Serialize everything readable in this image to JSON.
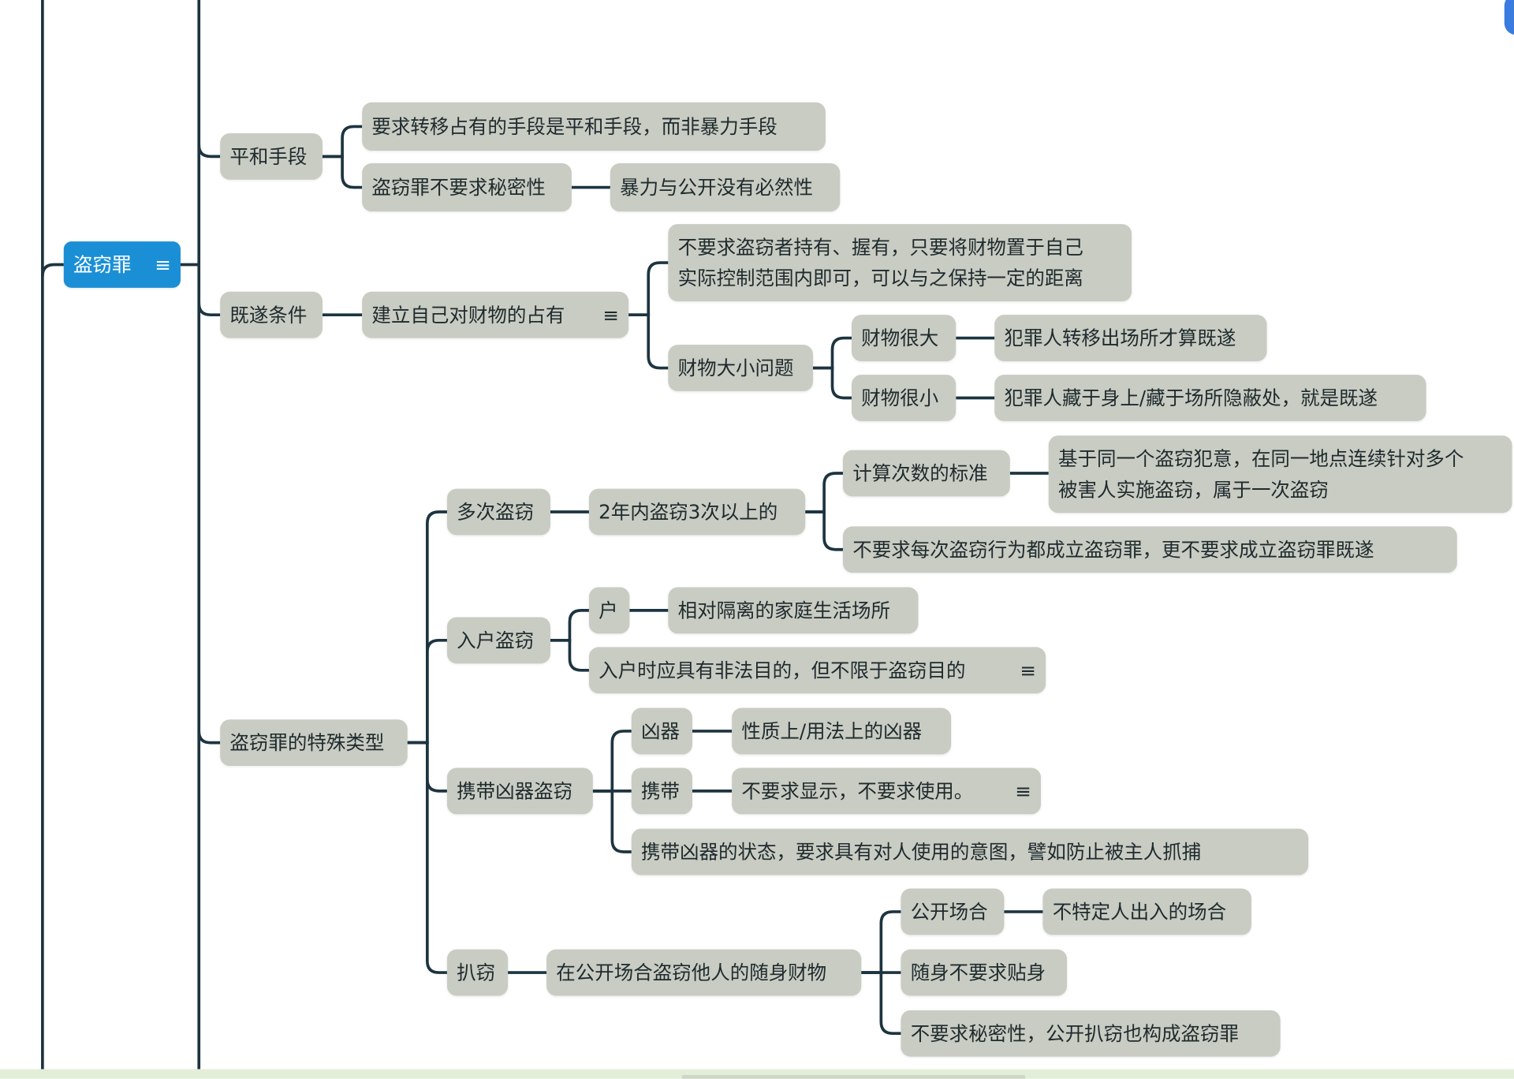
{
  "root": {
    "label": "盗窃罪",
    "icon": "notes-icon"
  },
  "peaceful": {
    "label": "平和手段",
    "c1": "要求转移占有的手段是平和手段，而非暴力手段",
    "c2": "盗窃罪不要求秘密性",
    "c2a": "暴力与公开没有必然性"
  },
  "complete": {
    "label": "既遂条件",
    "c1": "建立自己对财物的占有",
    "c1a_line1": "不要求盗窃者持有、握有，只要将财物置于自己",
    "c1a_line2": "实际控制范围内即可，可以与之保持一定的距离",
    "size": "财物大小问题",
    "big": "财物很大",
    "big_a": "犯罪人转移出场所才算既遂",
    "small": "财物很小",
    "small_a": "犯罪人藏于身上/藏于场所隐蔽处，就是既遂"
  },
  "special": {
    "label": "盗窃罪的特殊类型",
    "multi": {
      "label": "多次盗窃",
      "c1": "2年内盗窃3次以上的",
      "std": "计算次数的标准",
      "std_line1": "基于同一个盗窃犯意，在同一地点连续针对多个",
      "std_line2": "被害人实施盗窃，属于一次盗窃",
      "no_req": "不要求每次盗窃行为都成立盗窃罪，更不要求成立盗窃罪既遂"
    },
    "home": {
      "label": "入户盗窃",
      "hu": "户",
      "hu_a": "相对隔离的家庭生活场所",
      "purpose": "入户时应具有非法目的，但不限于盗窃目的"
    },
    "weapon": {
      "label": "携带凶器盗窃",
      "w": "凶器",
      "w_a": "性质上/用法上的凶器",
      "carry": "携带",
      "carry_a": "不要求显示，不要求使用。",
      "state": "携带凶器的状态，要求具有对人使用的意图，譬如防止被主人抓捕"
    },
    "pick": {
      "label": "扒窃",
      "c1": "在公开场合盗窃他人的随身财物",
      "pub": "公开场合",
      "pub_a": "不特定人出入的场合",
      "body": "随身不要求贴身",
      "open": "不要求秘密性，公开扒窃也构成盗窃罪"
    }
  },
  "colors": {
    "line": "#1d3440",
    "node": "#c8ccc2",
    "root": "#1a8fd6"
  }
}
